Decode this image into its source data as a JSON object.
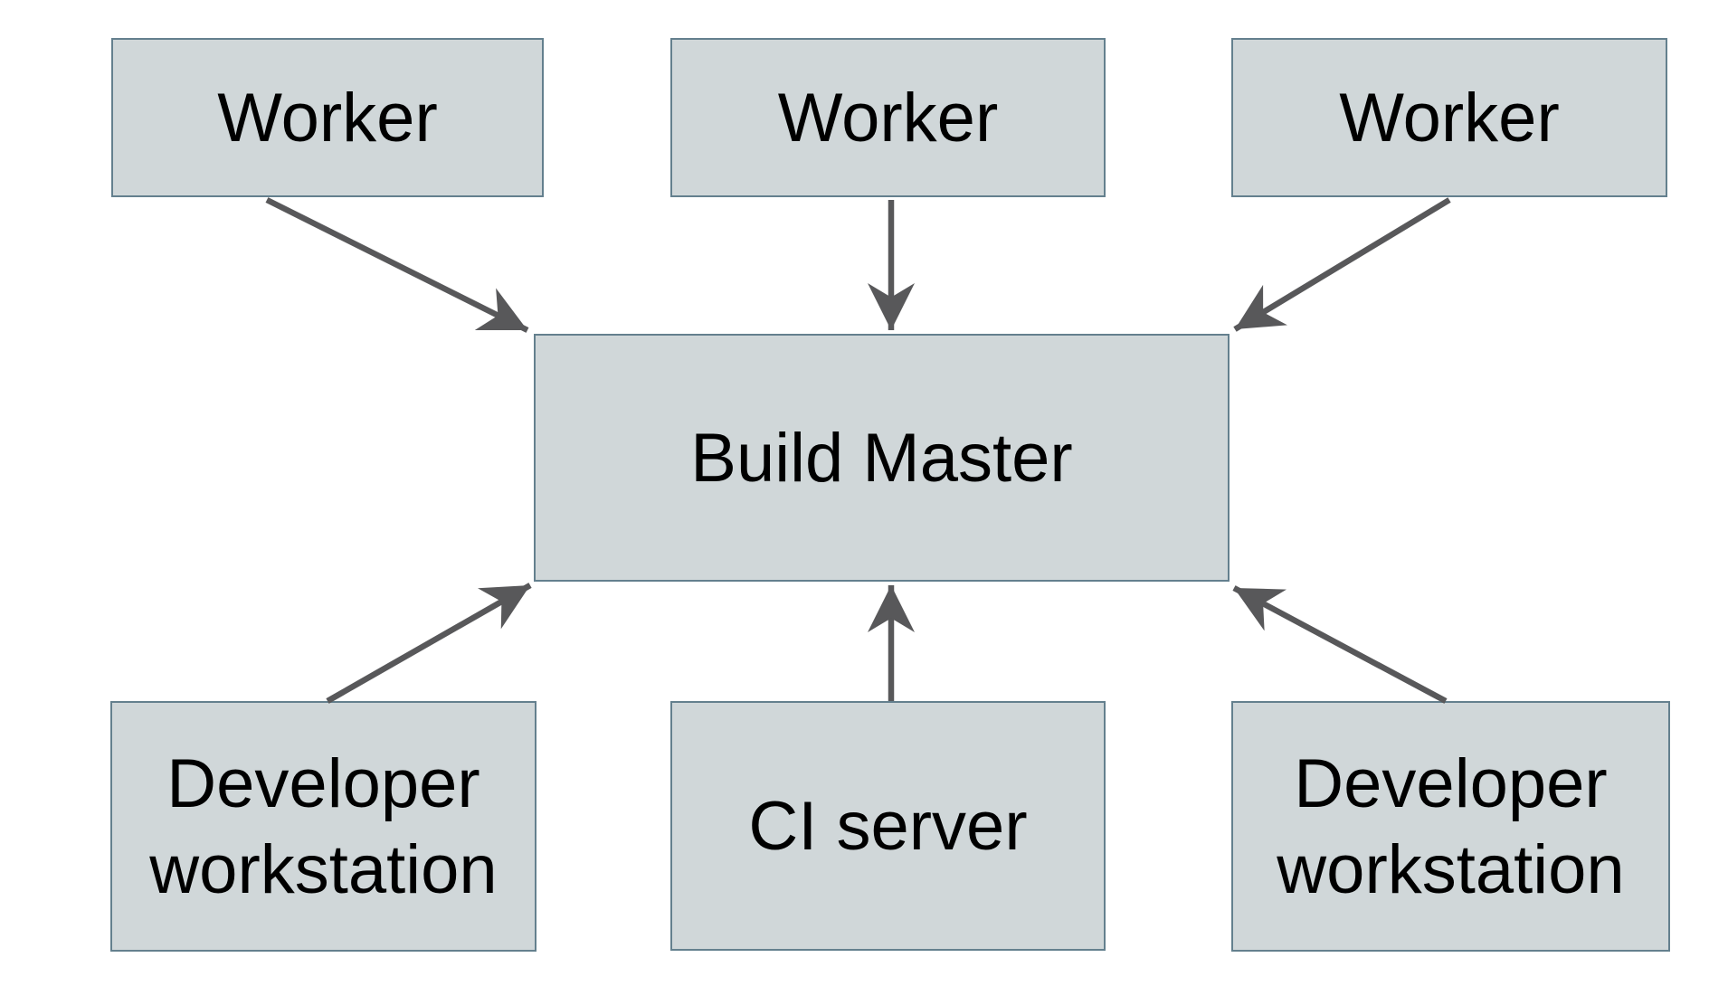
{
  "diagram": {
    "nodes": {
      "worker_top_left": {
        "label": "Worker"
      },
      "worker_top_middle": {
        "label": "Worker"
      },
      "worker_top_right": {
        "label": "Worker"
      },
      "build_master": {
        "label": "Build Master"
      },
      "developer_workstation_left": {
        "label": "Developer workstation"
      },
      "ci_server": {
        "label": "CI server"
      },
      "developer_workstation_right": {
        "label": "Developer workstation"
      }
    },
    "edges": [
      {
        "from": "worker_top_left",
        "to": "build_master"
      },
      {
        "from": "worker_top_middle",
        "to": "build_master"
      },
      {
        "from": "worker_top_right",
        "to": "build_master"
      },
      {
        "from": "developer_workstation_left",
        "to": "build_master"
      },
      {
        "from": "ci_server",
        "to": "build_master"
      },
      {
        "from": "developer_workstation_right",
        "to": "build_master"
      }
    ],
    "colors": {
      "node_fill": "#d0d7d9",
      "node_border": "#64808e",
      "arrow": "#58585a",
      "text": "#000000",
      "background": "#ffffff"
    }
  }
}
